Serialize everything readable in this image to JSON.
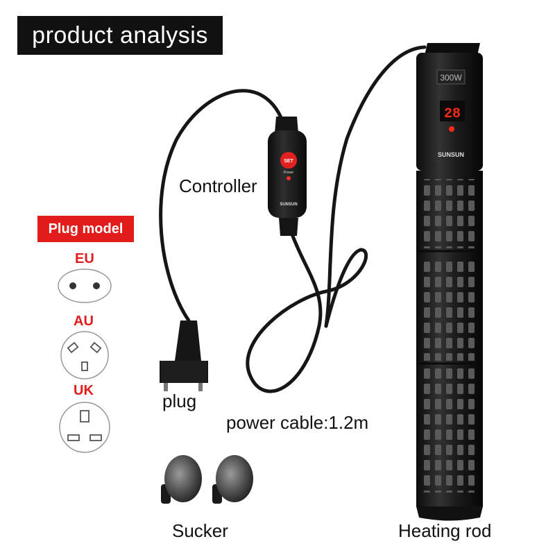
{
  "header": {
    "title": "product analysis"
  },
  "labels": {
    "controller": "Controller",
    "plug": "plug",
    "power_cable": "power cable:1.2m",
    "sucker": "Sucker",
    "heating_rod": "Heating rod"
  },
  "plug_models": {
    "title": "Plug model",
    "types": [
      "EU",
      "AU",
      "UK"
    ]
  },
  "device": {
    "wattage": "300W",
    "temperature": "28",
    "brand": "SUNSUN",
    "controller_button": "SET",
    "controller_indicator": "Power",
    "controller_brand": "SUNSUN"
  },
  "colors": {
    "accent_red": "#e21b1b",
    "product_black": "#1a1a1a",
    "display_red": "#ff2a1a"
  }
}
